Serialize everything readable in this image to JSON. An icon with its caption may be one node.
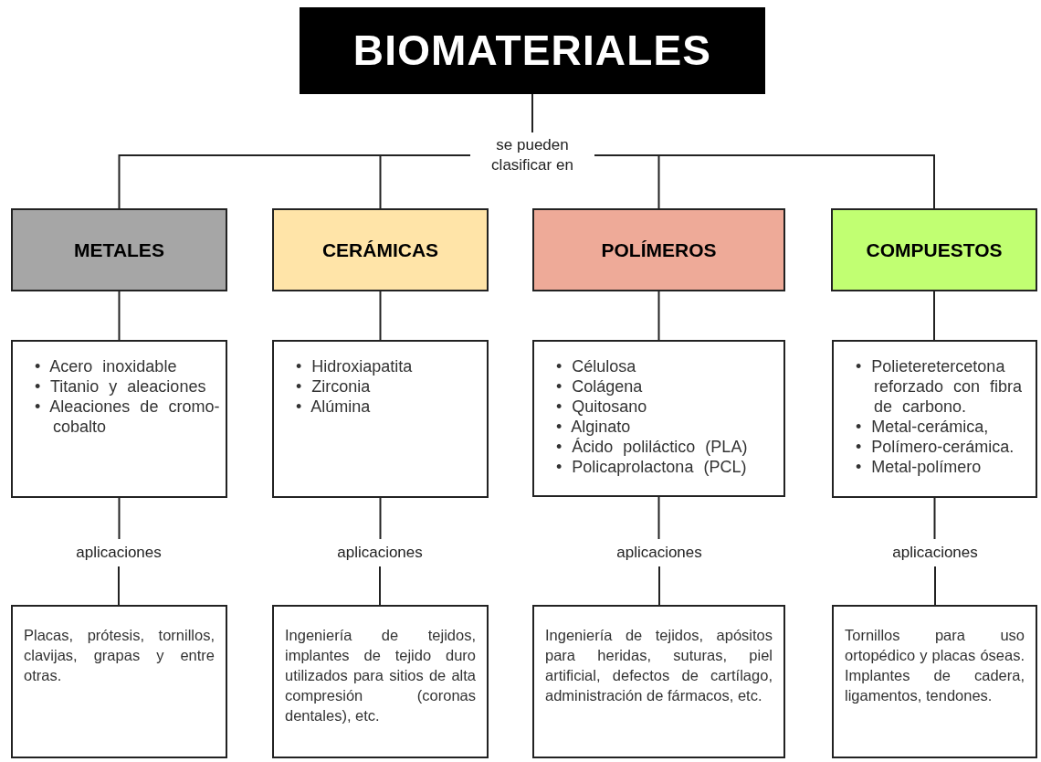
{
  "diagram": {
    "nodes": [
      {
        "text": [
          "BIOMATERIALES"
        ]
      },
      {
        "text": [
          "se pueden clasificar en"
        ]
      },
      {
        "text": [
          "METALES"
        ]
      },
      {
        "text": [
          "CERÁMICAS"
        ]
      },
      {
        "text": [
          "POLÍMEROS"
        ]
      },
      {
        "text": [
          "COMPUESTOS"
        ]
      },
      {
        "text": [
          "• Acero inoxidable",
          "• Titanio y aleaciones",
          "• Aleaciones de cromo-cobalto"
        ]
      },
      {
        "text": [
          "• Hidroxiapatita",
          "• Zirconia",
          "• Alúmina"
        ]
      },
      {
        "text": [
          "• Célulosa",
          "• Colágena",
          "• Quitosano",
          "• Alginato",
          "• Ácido poliláctico (PLA)",
          "• Policaprolactona (PCL)"
        ]
      },
      {
        "text": [
          "• Polieteretercetona reforzado con fibra de carbono.",
          "• Metal-cerámica,",
          "• Polímero-cerámica.",
          "• Metal-polímero"
        ]
      },
      {
        "text": [
          "aplicaciones"
        ]
      },
      {
        "text": [
          "aplicaciones"
        ]
      },
      {
        "text": [
          "aplicaciones"
        ]
      },
      {
        "text": [
          "aplicaciones"
        ]
      },
      {
        "text": [
          "Placas, prótesis, tornillos, clavijas, grapas y entre otras."
        ]
      },
      {
        "text": [
          "Ingeniería de tejidos, implantes de tejido duro utilizados para sitios de alta compresión (coronas dentales), etc."
        ]
      },
      {
        "text": [
          "Ingeniería de tejidos, apósitos para heridas, suturas, piel artificial, defectos de cartílago, administración de fármacos, etc."
        ]
      },
      {
        "text": [
          "Tornillos para uso ortopédico y placas óseas. Implantes de cadera, ligamentos, tendones."
        ]
      }
    ],
    "edges": [
      {
        "from": 0,
        "to": 1,
        "arrow": "none"
      },
      {
        "from": 1,
        "to": 2,
        "arrow": "none"
      },
      {
        "from": 1,
        "to": 3,
        "arrow": "none"
      },
      {
        "from": 1,
        "to": 4,
        "arrow": "none"
      },
      {
        "from": 1,
        "to": 5,
        "arrow": "none"
      },
      {
        "from": 2,
        "to": 6,
        "arrow": "none"
      },
      {
        "from": 3,
        "to": 7,
        "arrow": "none"
      },
      {
        "from": 4,
        "to": 8,
        "arrow": "none"
      },
      {
        "from": 5,
        "to": 9,
        "arrow": "none"
      },
      {
        "from": 6,
        "to": 10,
        "arrow": "none"
      },
      {
        "from": 7,
        "to": 11,
        "arrow": "none"
      },
      {
        "from": 8,
        "to": 12,
        "arrow": "none"
      },
      {
        "from": 9,
        "to": 13,
        "arrow": "none"
      },
      {
        "from": 10,
        "to": 14,
        "arrow": "none"
      },
      {
        "from": 11,
        "to": 15,
        "arrow": "none"
      },
      {
        "from": 12,
        "to": 16,
        "arrow": "none"
      },
      {
        "from": 13,
        "to": 17,
        "arrow": "none"
      }
    ]
  }
}
